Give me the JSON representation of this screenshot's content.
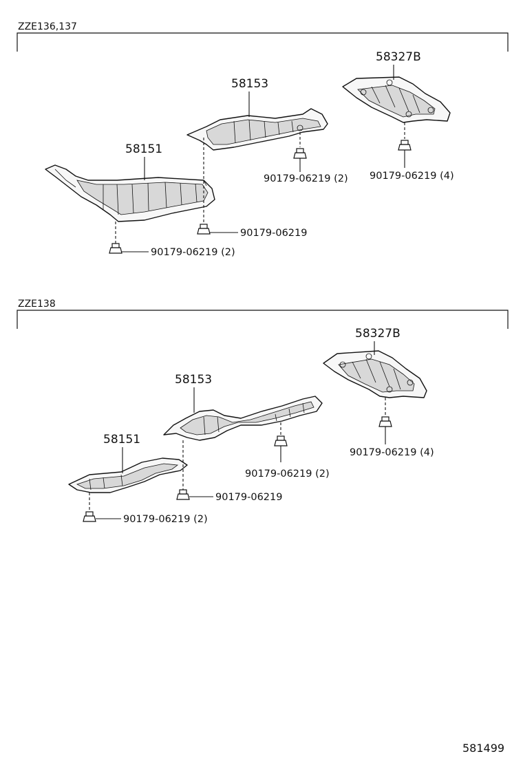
{
  "sections": [
    {
      "title": "ZZE136,137",
      "parts": [
        {
          "key": "front",
          "number": "58151"
        },
        {
          "key": "center",
          "number": "58153"
        },
        {
          "key": "rear",
          "number": "58327B"
        }
      ],
      "fasteners": [
        {
          "key": "f1",
          "label": "90179-06219 (2)"
        },
        {
          "key": "f2",
          "label": "90179-06219"
        },
        {
          "key": "f3",
          "label": "90179-06219 (2)"
        },
        {
          "key": "f4",
          "label": "90179-06219 (4)"
        }
      ]
    },
    {
      "title": "ZZE138",
      "parts": [
        {
          "key": "front",
          "number": "58151"
        },
        {
          "key": "center",
          "number": "58153"
        },
        {
          "key": "rear",
          "number": "58327B"
        }
      ],
      "fasteners": [
        {
          "key": "f1",
          "label": "90179-06219 (2)"
        },
        {
          "key": "f2",
          "label": "90179-06219"
        },
        {
          "key": "f3",
          "label": "90179-06219 (2)"
        },
        {
          "key": "f4",
          "label": "90179-06219 (4)"
        }
      ]
    }
  ],
  "reference": "581499"
}
